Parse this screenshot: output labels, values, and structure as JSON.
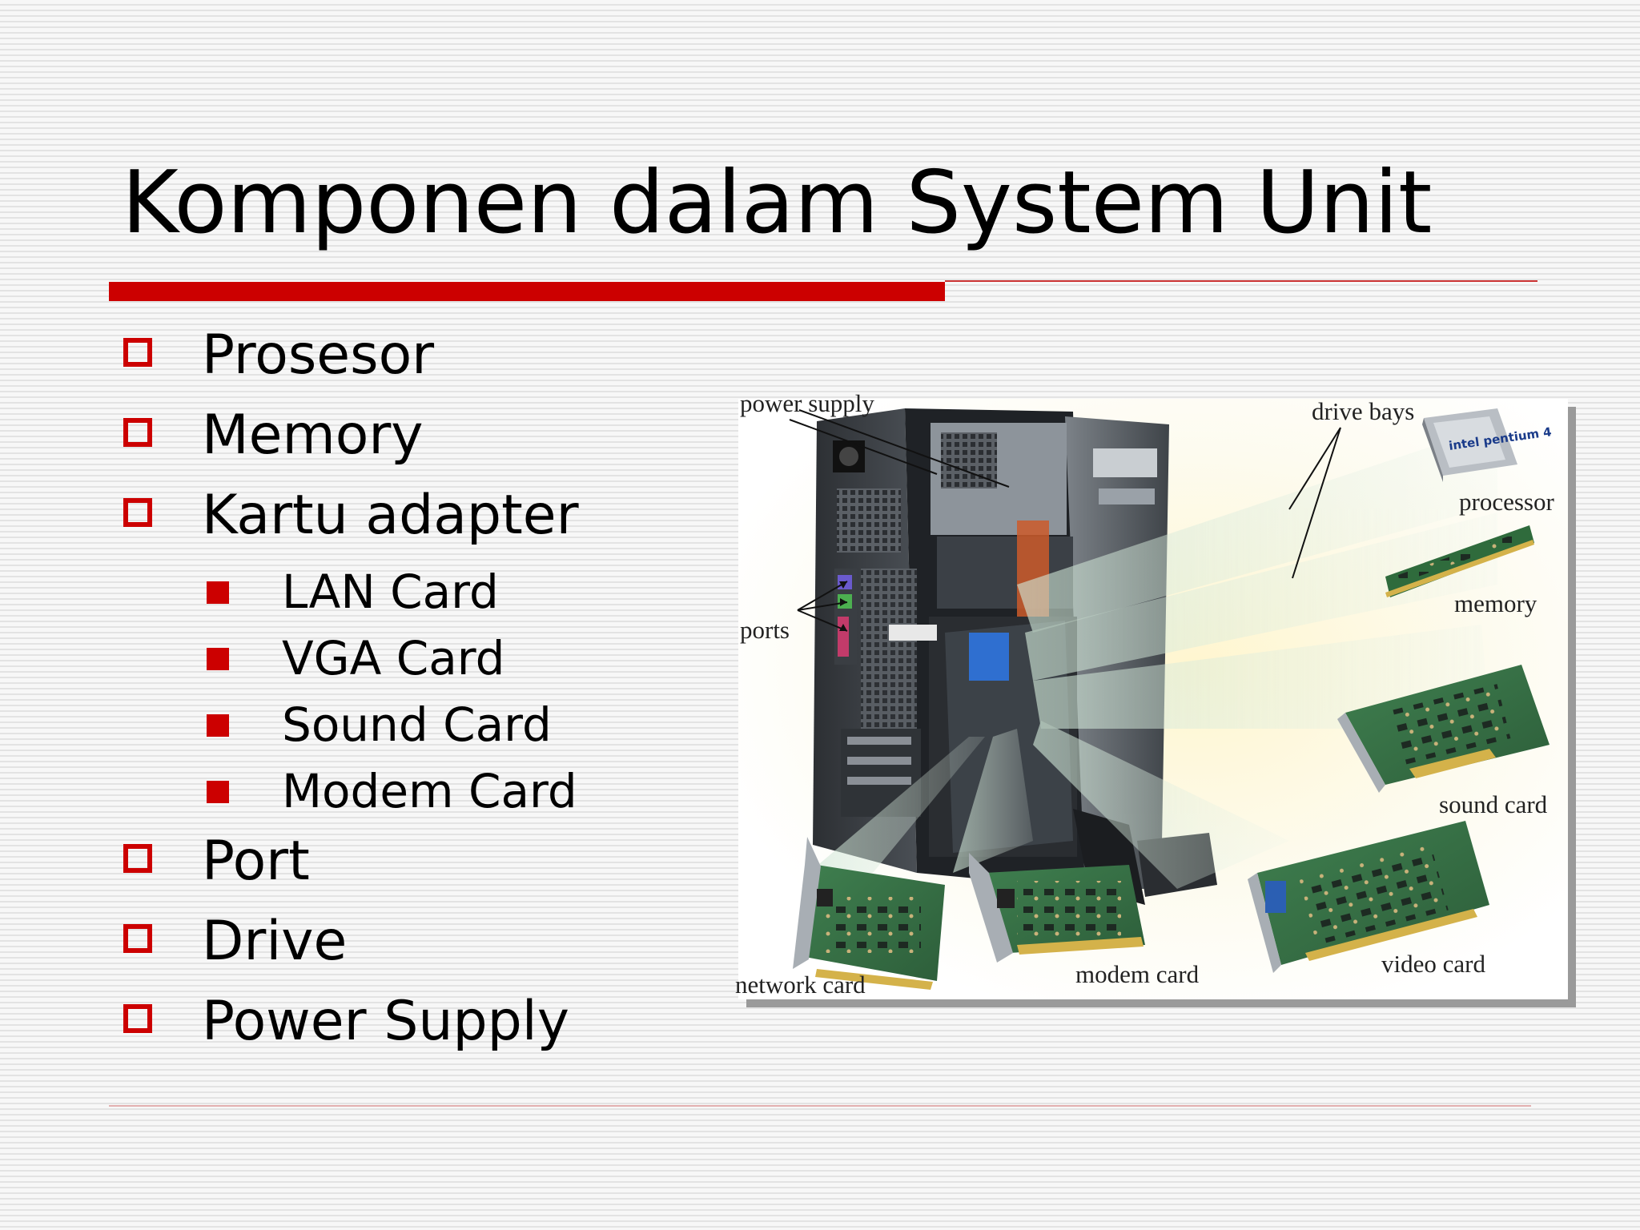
{
  "slide": {
    "title": "Komponen dalam System Unit",
    "accent_color": "#cc0000"
  },
  "bullets": {
    "items": [
      {
        "label": "Prosesor",
        "level": 1
      },
      {
        "label": "Memory",
        "level": 1
      },
      {
        "label": "Kartu adapter",
        "level": 1
      },
      {
        "label": "LAN Card",
        "level": 2
      },
      {
        "label": "VGA Card",
        "level": 2
      },
      {
        "label": "Sound Card",
        "level": 2
      },
      {
        "label": "Modem Card",
        "level": 2
      },
      {
        "label": "Port",
        "level": 1
      },
      {
        "label": "Drive",
        "level": 1
      },
      {
        "label": "Power Supply",
        "level": 1
      }
    ]
  },
  "diagram": {
    "labels": {
      "power_supply": "power supply",
      "drive_bays": "drive bays",
      "processor": "processor",
      "memory": "memory",
      "ports": "ports",
      "sound_card": "sound card",
      "video_card": "video card",
      "modem_card": "modem card",
      "network_card": "network card"
    },
    "processor_logo": "intel pentium 4"
  }
}
